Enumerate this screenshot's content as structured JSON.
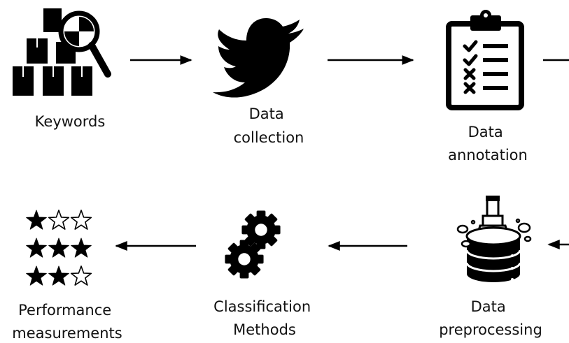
{
  "colors": {
    "ink": "#000000",
    "background": "#ffffff"
  },
  "steps": [
    {
      "icon": "keywords-boxes-magnifier-icon",
      "lines": [
        "Keywords"
      ]
    },
    {
      "icon": "twitter-bird-icon",
      "lines": [
        "Data",
        "collection"
      ]
    },
    {
      "icon": "clipboard-checklist-icon",
      "lines": [
        "Data",
        "annotation"
      ]
    },
    {
      "icon": "database-brush-icon",
      "lines": [
        "Data",
        "preprocessing"
      ]
    },
    {
      "icon": "gears-icon",
      "lines": [
        "Classification",
        "Methods"
      ]
    },
    {
      "icon": "star-rating-icon",
      "lines": [
        "Performance",
        "measurements"
      ]
    }
  ],
  "flow": [
    {
      "from": "Keywords",
      "to": "Data collection"
    },
    {
      "from": "Data collection",
      "to": "Data annotation"
    },
    {
      "from": "Data annotation",
      "to": "Data preprocessing"
    },
    {
      "from": "Data preprocessing",
      "to": "Classification Methods"
    },
    {
      "from": "Classification Methods",
      "to": "Performance measurements"
    }
  ],
  "star_rating": [
    {
      "filled": 1,
      "total": 3
    },
    {
      "filled": 3,
      "total": 3
    },
    {
      "filled": 2,
      "total": 3
    }
  ]
}
